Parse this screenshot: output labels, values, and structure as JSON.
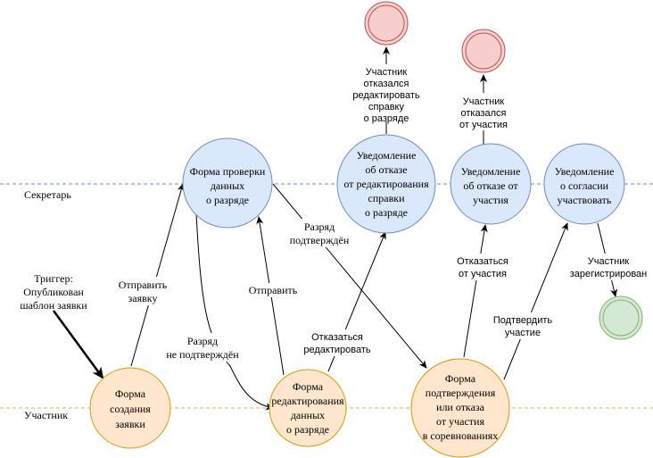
{
  "lanes": [
    {
      "id": "secretary",
      "label": "Секретарь",
      "color": "#6c8ebf"
    },
    {
      "id": "participant",
      "label": "Участник",
      "color": "#d6b656"
    }
  ],
  "colors": {
    "task_blue_fill": "#dae8fc",
    "task_blue_stroke": "#6c8ebf",
    "task_orange_fill": "#ffe6cc",
    "task_orange_stroke": "#d79b00",
    "end_red_fill": "#f8cecc",
    "end_red_stroke": "#b85450",
    "end_green_fill": "#d5e8d4",
    "end_green_stroke": "#82b366"
  },
  "trigger": {
    "lines": [
      "Триггер:",
      "Опубликован",
      "шаблон заявки"
    ]
  },
  "nodes": [
    {
      "id": "create",
      "type": "task",
      "lane": "participant",
      "lines": [
        "Форма",
        "создания",
        "заявки"
      ]
    },
    {
      "id": "check",
      "type": "task",
      "lane": "secretary",
      "lines": [
        "Форма проверки",
        "данных",
        "о разряде"
      ]
    },
    {
      "id": "edit",
      "type": "task",
      "lane": "participant",
      "lines": [
        "Форма",
        "редактирования",
        "данных",
        "о разряде"
      ]
    },
    {
      "id": "notify_refuse_edit",
      "type": "task",
      "lane": "secretary",
      "lines": [
        "Уведомление",
        "об отказе",
        "от редактирования",
        "справки",
        "о разряде"
      ]
    },
    {
      "id": "confirm",
      "type": "task",
      "lane": "participant",
      "lines": [
        "Форма",
        "подтверждения",
        "или отказа",
        "от участия",
        "в соревнованиях"
      ]
    },
    {
      "id": "notify_refuse",
      "type": "task",
      "lane": "secretary",
      "lines": [
        "Уведомление",
        "об отказе от",
        "участия"
      ]
    },
    {
      "id": "notify_agree",
      "type": "task",
      "lane": "secretary",
      "lines": [
        "Уведомление",
        "о согласии",
        "участвовать"
      ]
    },
    {
      "id": "end_refuse_edit",
      "type": "end",
      "status": "negative"
    },
    {
      "id": "end_refuse",
      "type": "end",
      "status": "negative"
    },
    {
      "id": "end_registered",
      "type": "end",
      "status": "positive"
    }
  ],
  "edges": [
    {
      "from": "trigger",
      "to": "create",
      "lines": []
    },
    {
      "from": "create",
      "to": "check",
      "lines": [
        "Отправить",
        "заявку"
      ]
    },
    {
      "from": "check",
      "to": "edit",
      "lines": [
        "Разряд",
        "не подтверждён"
      ]
    },
    {
      "from": "edit",
      "to": "check",
      "lines": [
        "Отправить"
      ]
    },
    {
      "from": "check",
      "to": "confirm",
      "lines": [
        "Разряд",
        "подтверждён"
      ]
    },
    {
      "from": "edit",
      "to": "notify_refuse_edit",
      "lines": [
        "Отказаться",
        "редактировать"
      ]
    },
    {
      "from": "notify_refuse_edit",
      "to": "end_refuse_edit",
      "lines": [
        "Участник",
        "отказался",
        "редактировать",
        "справку",
        "о разряде"
      ]
    },
    {
      "from": "confirm",
      "to": "notify_refuse",
      "lines": [
        "Отказаться",
        "от участия"
      ]
    },
    {
      "from": "notify_refuse",
      "to": "end_refuse",
      "lines": [
        "Участник",
        "отказался",
        "от участия"
      ]
    },
    {
      "from": "confirm",
      "to": "notify_agree",
      "lines": [
        "Подтвердить",
        "участие"
      ]
    },
    {
      "from": "notify_agree",
      "to": "end_registered",
      "lines": [
        "Участник",
        "зарегистрирован"
      ]
    }
  ]
}
